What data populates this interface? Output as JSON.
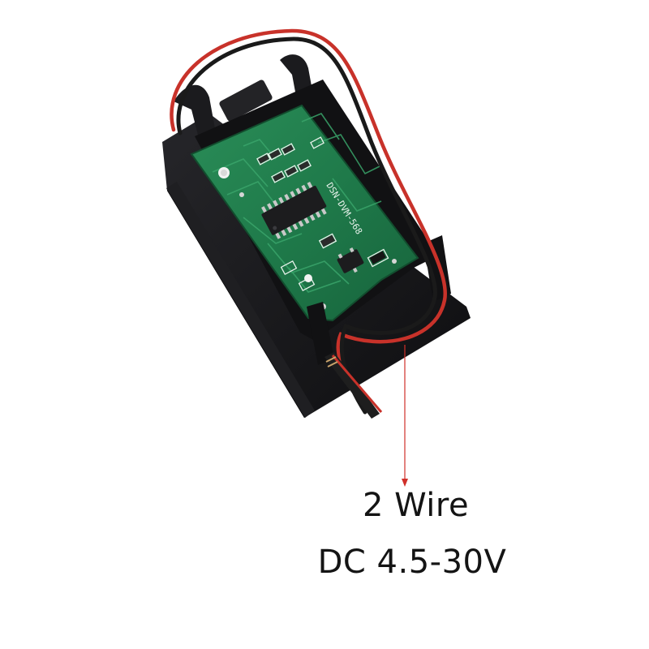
{
  "caption": {
    "wire_count": "2 Wire",
    "voltage_range": "DC 4.5-30V"
  },
  "pcb": {
    "marking": "DSN-DVM-568"
  },
  "colors": {
    "background": "#ffffff",
    "housing": "#151517",
    "pcb": "#1f7a4a",
    "wire_red": "#c8322a",
    "wire_black": "#1a1a1a",
    "arrow": "#d0302a",
    "caption_text": "#141414"
  }
}
